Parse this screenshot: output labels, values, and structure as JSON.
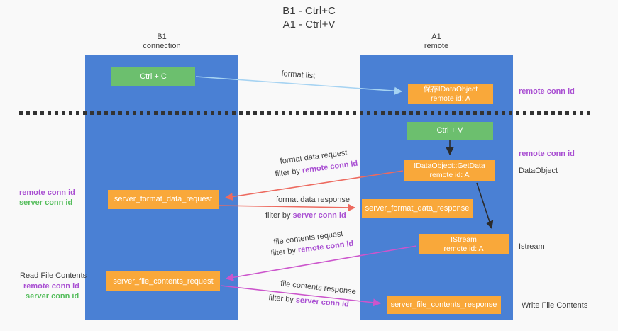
{
  "title": {
    "line1": "B1 - Ctrl+C",
    "line2": "A1 - Ctrl+V"
  },
  "lanes": {
    "left": {
      "title": "B1",
      "subtitle": "connection"
    },
    "right": {
      "title": "A1",
      "subtitle": "remote"
    }
  },
  "boxes": {
    "ctrl_c": {
      "label": "Ctrl + C"
    },
    "ctrl_v": {
      "label": "Ctrl + V"
    },
    "save_dataobject": {
      "line1": "保存IDataObject",
      "line2": "remote id: A"
    },
    "getdata": {
      "line1": "IDataObject::GetData",
      "line2": "remote id: A"
    },
    "istream": {
      "line1": "IStream",
      "line2": "remote id: A"
    },
    "format_request": {
      "label": "server_format_data_request"
    },
    "format_response": {
      "label": "server_format_data_response"
    },
    "file_request": {
      "label": "server_file_contents_request"
    },
    "file_response": {
      "label": "server_file_contents_response"
    }
  },
  "flows": {
    "format_list": {
      "label": "format list"
    },
    "format_request": {
      "label": "format data request",
      "filter_prefix": "filter by ",
      "filter_key": "remote conn id"
    },
    "format_response": {
      "label": "format data response",
      "filter_prefix": "filter by ",
      "filter_key": "server conn id"
    },
    "file_request": {
      "label": "file contents request",
      "filter_prefix": "filter by ",
      "filter_key": "remote conn id"
    },
    "file_response": {
      "label": "file contents response",
      "filter_prefix": "filter by ",
      "filter_key": "server conn id"
    }
  },
  "side_labels": {
    "right_conn_top": "remote conn id",
    "right_conn_mid": "remote conn id",
    "dataobject": "DataObject",
    "istream": "Istream",
    "write_file": "Write File Contents",
    "read_file": "Read File Contents",
    "left_format_remote": "remote conn id",
    "left_format_server": "server conn id",
    "left_file_remote": "remote conn id",
    "left_file_server": "server conn id"
  },
  "colors": {
    "lane_blue": "#4a80d4",
    "box_green": "#6cbf6e",
    "box_orange": "#f9a83a",
    "label_purple": "#a94fd2",
    "label_green": "#55bd5c",
    "arrow_blue": "#a6d3f2",
    "arrow_salmon": "#ed6a5f",
    "arrow_magenta": "#cc55cc",
    "arrow_black": "#2b2b2b"
  }
}
